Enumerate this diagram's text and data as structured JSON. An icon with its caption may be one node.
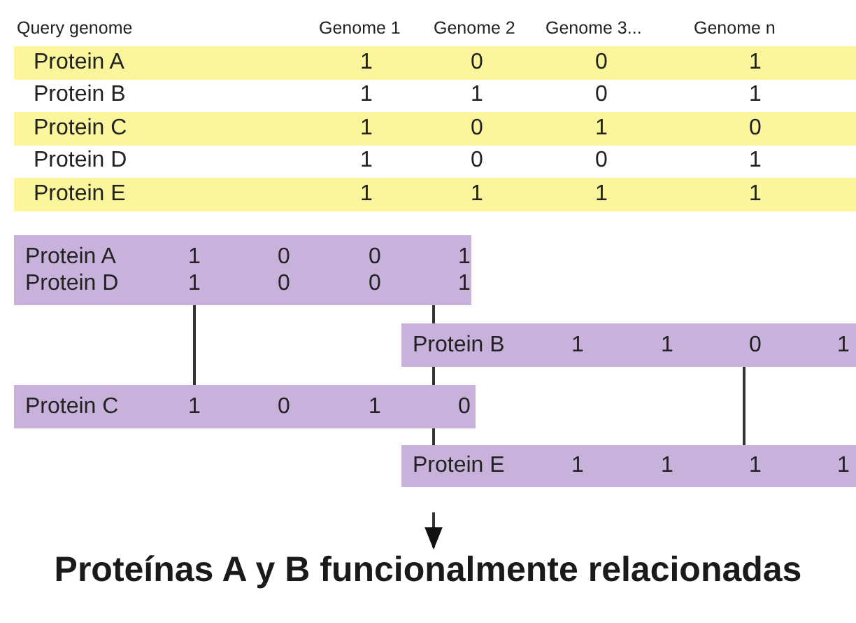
{
  "diagram": {
    "nodes": [
      {
        "text": [
          "Protein A",
          "1",
          "0",
          "0",
          "1",
          "Protein D",
          "1",
          "0",
          "0",
          "1"
        ]
      },
      {
        "text": [
          "Protein B",
          "1",
          "1",
          "0",
          "1"
        ]
      },
      {
        "text": [
          "Protein C",
          "1",
          "0",
          "1",
          "0"
        ]
      },
      {
        "text": [
          "Protein E",
          "1",
          "1",
          "1",
          "1"
        ]
      },
      {
        "text": [
          "Proteínas A y B funcionalmente relacionadas"
        ]
      }
    ],
    "edges": [
      {
        "from": 0,
        "to": 2,
        "arrow": "none"
      },
      {
        "from": 0,
        "to": 1,
        "arrow": "none"
      },
      {
        "from": 1,
        "to": 2,
        "arrow": "none"
      },
      {
        "from": 2,
        "to": 3,
        "arrow": "none"
      },
      {
        "from": 1,
        "to": 3,
        "arrow": "none"
      },
      {
        "from": null,
        "to": 4,
        "arrow": "to"
      }
    ],
    "labels": [
      "Query genome",
      "Genome 1",
      "Genome 2",
      "Genome 3...",
      "Genome n",
      "Protein A",
      "1",
      "0",
      "0",
      "1",
      "Protein B",
      "1",
      "1",
      "0",
      "1",
      "Protein C",
      "1",
      "0",
      "1",
      "0",
      "Protein D",
      "1",
      "0",
      "0",
      "1",
      "Protein E",
      "1",
      "1",
      "1",
      "1"
    ]
  }
}
